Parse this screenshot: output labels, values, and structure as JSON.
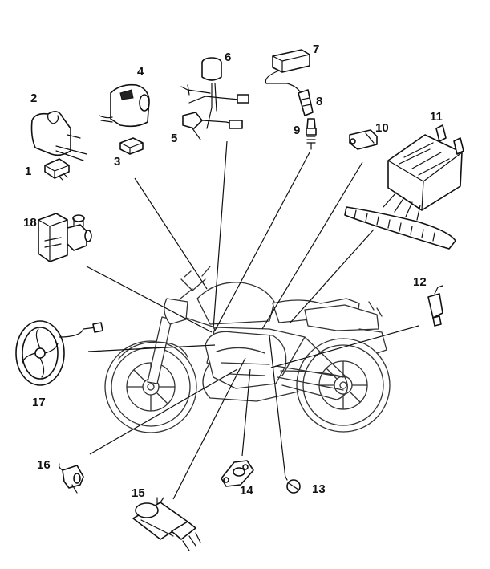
{
  "figure": {
    "callouts": [
      {
        "id": "c1",
        "label": "1"
      },
      {
        "id": "c2",
        "label": "2"
      },
      {
        "id": "c3",
        "label": "3"
      },
      {
        "id": "c4",
        "label": "4"
      },
      {
        "id": "c5",
        "label": "5"
      },
      {
        "id": "c6",
        "label": "6"
      },
      {
        "id": "c7",
        "label": "7"
      },
      {
        "id": "c8",
        "label": "8"
      },
      {
        "id": "c9",
        "label": "9"
      },
      {
        "id": "c10",
        "label": "10"
      },
      {
        "id": "c11",
        "label": "11"
      },
      {
        "id": "c12",
        "label": "12"
      },
      {
        "id": "c13",
        "label": "13"
      },
      {
        "id": "c14",
        "label": "14"
      },
      {
        "id": "c15",
        "label": "15"
      },
      {
        "id": "c16",
        "label": "16"
      },
      {
        "id": "c17",
        "label": "17"
      },
      {
        "id": "c18",
        "label": "18"
      }
    ],
    "colors": {
      "ink": "#111111",
      "background": "#ffffff"
    }
  }
}
